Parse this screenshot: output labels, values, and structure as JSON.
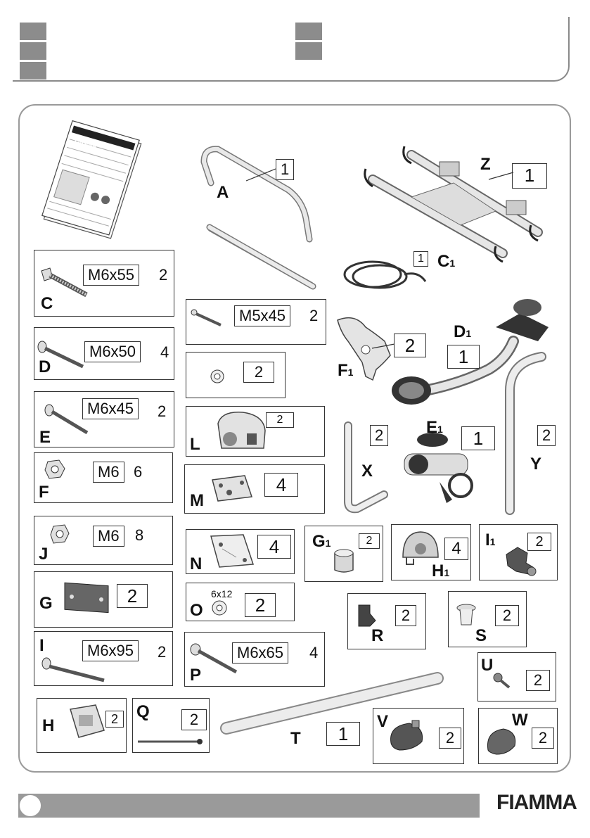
{
  "brand": "FIAMMA",
  "manual_cover_logo": "FIAMMA",
  "parts": {
    "A": {
      "letter": "A",
      "label": "1"
    },
    "C": {
      "letter": "C",
      "label": "M6x55",
      "qty": "2"
    },
    "C1": {
      "letter": "C",
      "sub": "1",
      "label": "1"
    },
    "D": {
      "letter": "D",
      "label": "M6x50",
      "qty": "4"
    },
    "D1": {
      "letter": "D",
      "sub": "1",
      "label": "1"
    },
    "E": {
      "letter": "E",
      "label": "M6x45",
      "qty": "2"
    },
    "E1": {
      "letter": "E",
      "sub": "1",
      "label": "1"
    },
    "F": {
      "letter": "F",
      "label": "M6",
      "qty": "6"
    },
    "F1": {
      "letter": "F",
      "sub": "1",
      "label": "2"
    },
    "J": {
      "letter": "J",
      "label": "M6",
      "qty": "8"
    },
    "G": {
      "letter": "G",
      "label": "2"
    },
    "G1": {
      "letter": "G",
      "sub": "1",
      "label": "2"
    },
    "H": {
      "letter": "H",
      "label": "2"
    },
    "H1": {
      "letter": "H",
      "sub": "1",
      "label": "4"
    },
    "I": {
      "letter": "I",
      "label": "M6x95",
      "qty": "2"
    },
    "I1": {
      "letter": "I",
      "sub": "1",
      "label": "2"
    },
    "screw_m5": {
      "label": "M5x45",
      "qty": "2"
    },
    "washer": {
      "label": "2"
    },
    "L": {
      "letter": "L",
      "label": "2"
    },
    "M": {
      "letter": "M",
      "label": "4"
    },
    "N": {
      "letter": "N",
      "label": "4"
    },
    "O": {
      "letter": "O",
      "label": "2",
      "size": "6x12"
    },
    "P": {
      "letter": "P",
      "label": "M6x65",
      "qty": "4"
    },
    "Q": {
      "letter": "Q",
      "label": "2"
    },
    "R": {
      "letter": "R",
      "label": "2"
    },
    "S": {
      "letter": "S",
      "label": "2"
    },
    "T": {
      "letter": "T",
      "label": "1"
    },
    "U": {
      "letter": "U",
      "label": "2"
    },
    "V": {
      "letter": "V",
      "label": "2"
    },
    "W": {
      "letter": "W",
      "label": "2"
    },
    "X": {
      "letter": "X",
      "label": "2"
    },
    "Y": {
      "letter": "Y",
      "label": "2"
    },
    "Z": {
      "letter": "Z",
      "label": "1"
    }
  }
}
